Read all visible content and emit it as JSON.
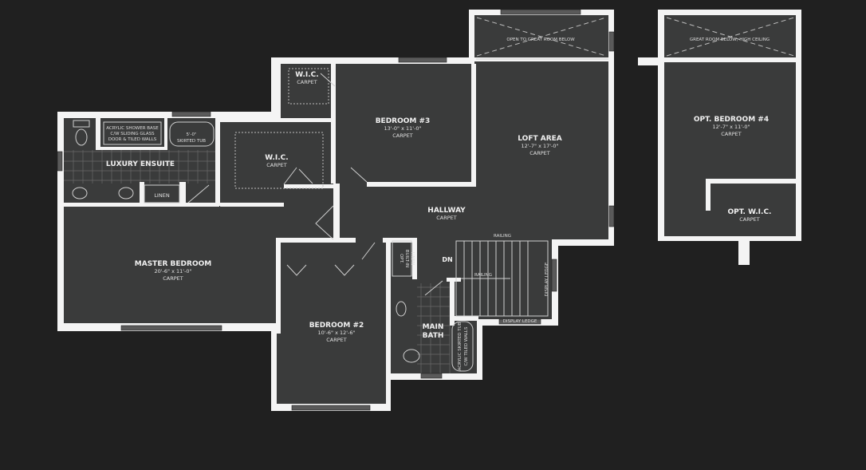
{
  "plan": {
    "master_bedroom": {
      "name": "MASTER BEDROOM",
      "size": "20'-6\" x 11'-0\"",
      "floor": "CARPET"
    },
    "luxury_ensuite": {
      "name": "LUXURY ENSUITE",
      "shower": [
        "ACRYLIC SHOWER BASE",
        "C/W SLIDING GLASS",
        "DOOR & TILED WALLS"
      ],
      "tub": [
        "5'-0\"",
        "SKIRTED TUB"
      ],
      "linen": "LINEN"
    },
    "wic_main": {
      "name": "W.I.C.",
      "floor": "CARPET"
    },
    "wic_top": {
      "name": "W.I.C.",
      "floor": "CARPET"
    },
    "bedroom3": {
      "name": "BEDROOM #3",
      "size": "13'-0\" x 11'-0\"",
      "floor": "CARPET"
    },
    "loft": {
      "name": "LOFT AREA",
      "size": "12'-7\" x 17'-0\"",
      "floor": "CARPET",
      "open_note": "OPEN TO GREAT ROOM BELOW"
    },
    "hallway": {
      "name": "HALLWAY",
      "floor": "CARPET"
    },
    "bedroom2": {
      "name": "BEDROOM #2",
      "size": "10'-6\" x 12'-6\"",
      "floor": "CARPET"
    },
    "main_bath": {
      "name_1": "MAIN",
      "name_2": "BATH",
      "tub": [
        "ACRYLIC SKIRTED TUB",
        "C/W TILED WALLS"
      ],
      "linen": [
        "OPT.",
        "BUILT-IN",
        "LINEN"
      ]
    },
    "stairs": {
      "dn": "DN",
      "railing_top": "RAILING",
      "railing_mid": "RAILING",
      "ledge_bottom": "DISPLAY LEDGE",
      "ledge_side": "DISPLAY LEDGE"
    },
    "opt_bedroom4": {
      "name": "OPT. BEDROOM #4",
      "size": "12'-7\" x 11'-0\"",
      "floor": "CARPET",
      "open_note": "GREAT ROOM BELOW, HIGH CEILING"
    },
    "opt_wic": {
      "name": "OPT. W.I.C.",
      "floor": "CARPET"
    }
  }
}
